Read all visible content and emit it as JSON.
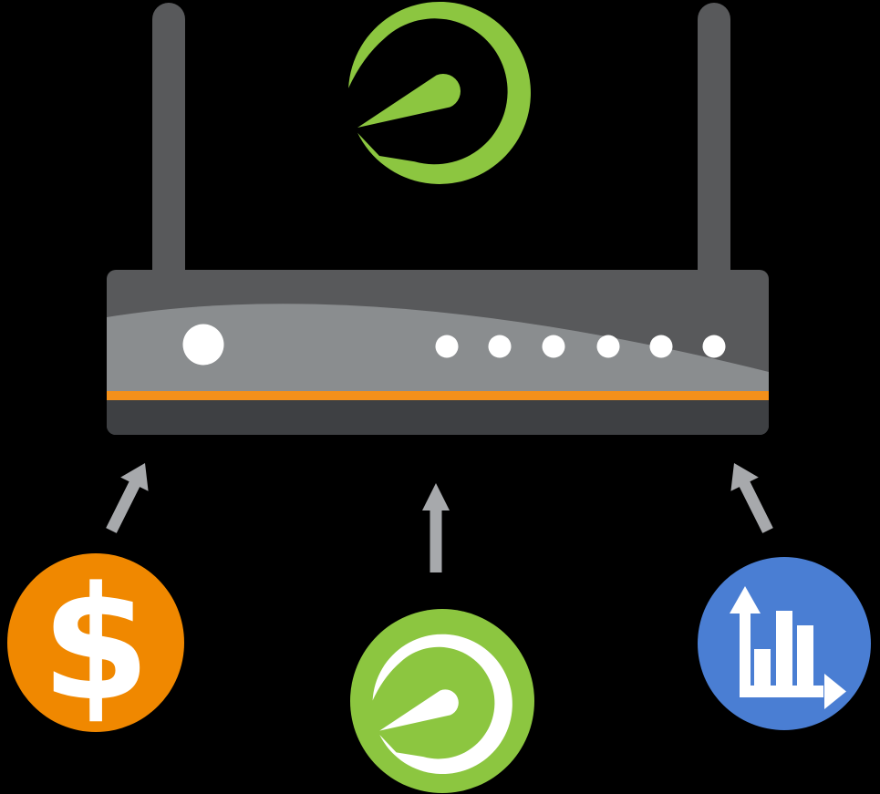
{
  "colors": {
    "bg": "#000000",
    "router-gray": "#58595B",
    "router-face-gray": "#8A8D8F",
    "router-base-gray": "#3E4043",
    "stripe-orange": "#F3901A",
    "badge-orange": "#F08800",
    "brand-green": "#8CC640",
    "badge-blue": "#4A7ED3",
    "arrow-gray": "#A7A9AC",
    "icon-white": "#FFFFFF"
  },
  "brand_logo": {
    "icon": "swirl-logo-icon"
  },
  "router": {
    "antenna_count": 2,
    "power_led_count": 1,
    "indicator_dot_count": 6,
    "has_accent_stripe": true
  },
  "arrows": {
    "count": 3,
    "direction": "up-toward-router"
  },
  "badges": [
    {
      "id": "money",
      "icon": "dollar-icon",
      "symbol": "$"
    },
    {
      "id": "brand",
      "icon": "swirl-logo-icon"
    },
    {
      "id": "analytics",
      "icon": "bar-chart-icon",
      "bar_count": 3
    }
  ]
}
